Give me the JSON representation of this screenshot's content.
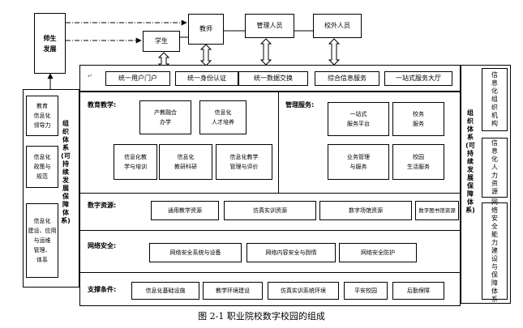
{
  "diagram": {
    "top_left": "师生\n发展",
    "student": "学生",
    "teacher": "教师",
    "staff": "管理人员",
    "external": "校外人员",
    "left_column": {
      "items": [
        "教育\n信息化\n领导力",
        "信息化\n政策与\n规范",
        "信息化\n建设、应用\n与运维\n管理、\n体系"
      ],
      "label": "组织体系(可持续发展保障体系)"
    },
    "right_column": {
      "items": [
        "信息化组织机构",
        "信息化人力资源",
        "网络安全能力建设与保障体系"
      ],
      "label": "组织体系(可持续发展保障体系)"
    },
    "platform": [
      "统一用户门户",
      "统一身份认证",
      "统一数据交换",
      "综合信息服务",
      "一站式服务大厅"
    ],
    "teaching": {
      "title": "教育教学:",
      "items": [
        "产教融合\n办学",
        "信息化\n人才培养",
        "信息化教\n学与培训",
        "信息化\n教研科研",
        "信息化教学\n管理与评价"
      ]
    },
    "management": {
      "title": "管理服务:",
      "items": [
        "一站式\n服务平台",
        "校务\n服务",
        "业务管理\n与服务",
        "校园\n生活服务"
      ]
    },
    "digital_resources": {
      "title": "数字资源:",
      "items": [
        "通用教学资源",
        "仿真实训资源",
        "数字场馆资源",
        "数字图书馆资源"
      ]
    },
    "network_security": {
      "title": "网络安全:",
      "items": [
        "网络安全系统与设备",
        "网络内容安全与舆情",
        "网络安全防护"
      ]
    },
    "support": {
      "title": "支撑条件:",
      "items": [
        "信息化基础设施",
        "教学环境建设",
        "仿真实训系统环境",
        "平安校园",
        "后勤保障"
      ]
    },
    "caption": "图 2-1  职业院校数字校园的组成"
  }
}
